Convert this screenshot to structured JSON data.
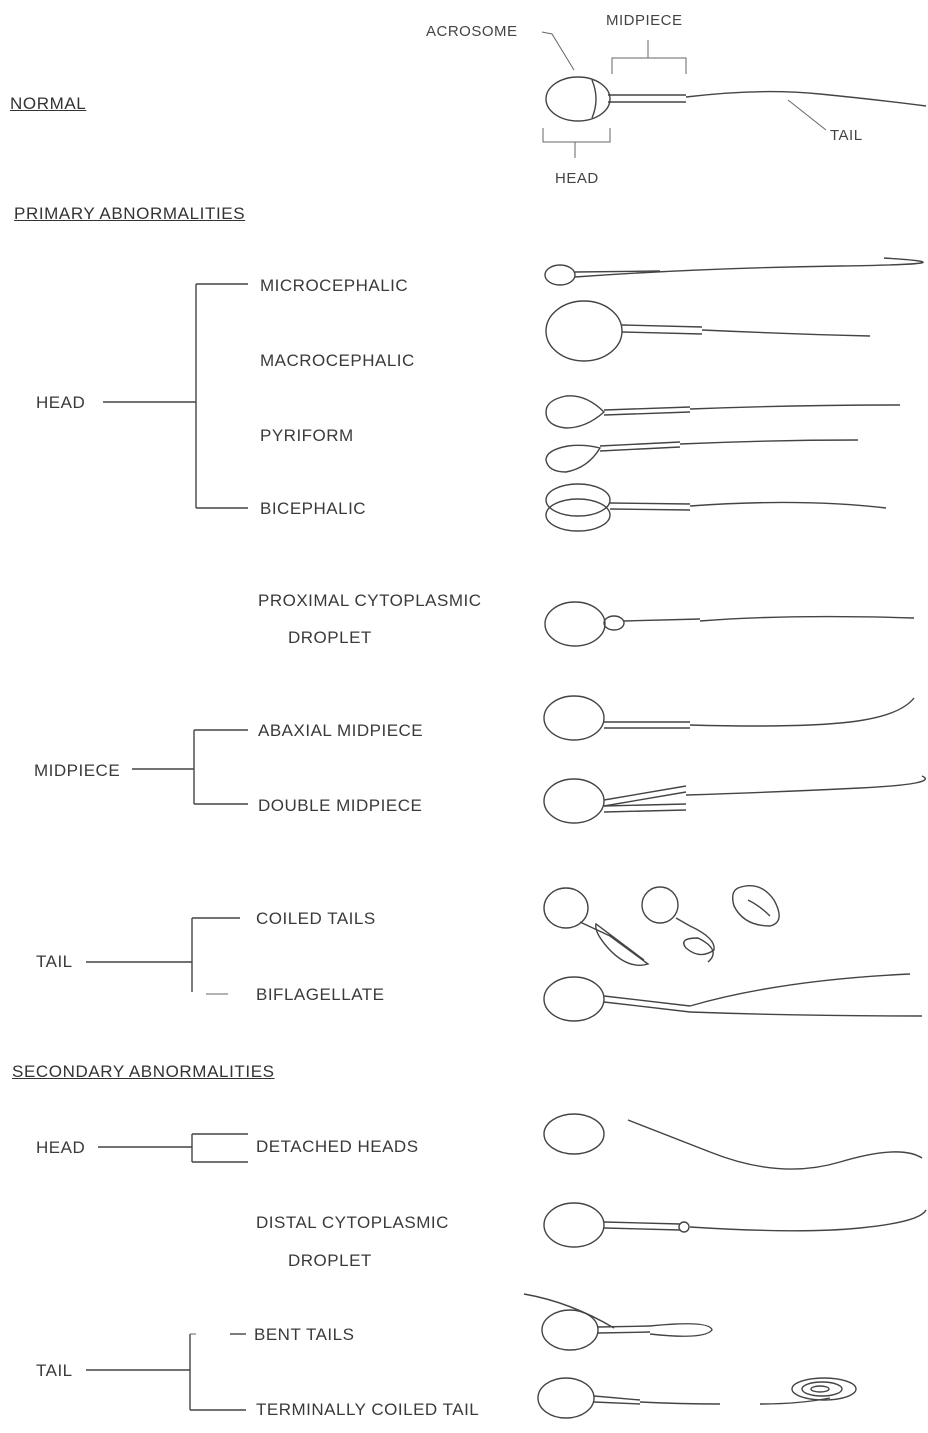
{
  "normal": {
    "title": "NORMAL",
    "acrosome": "ACROSOME",
    "midpiece": "MIDPIECE",
    "tail": "TAIL",
    "head": "HEAD"
  },
  "primary": {
    "title": "PRIMARY ABNORMALITIES",
    "head_group": "HEAD",
    "microcephalic": "MICROCEPHALIC",
    "macrocephalic": "MACROCEPHALIC",
    "pyriform": "PYRIFORM",
    "bicephalic": "BICEPHALIC",
    "proximal_line1": "PROXIMAL CYTOPLASMIC",
    "proximal_line2": "DROPLET",
    "midpiece_group": "MIDPIECE",
    "abaxial": "ABAXIAL MIDPIECE",
    "double": "DOUBLE MIDPIECE",
    "tail_group": "TAIL",
    "coiled": "COILED TAILS",
    "biflagellate": "BIFLAGELLATE"
  },
  "secondary": {
    "title": "SECONDARY ABNORMALITIES",
    "head_group": "HEAD",
    "detached": "DETACHED HEADS",
    "distal_line1": "DISTAL CYTOPLASMIC",
    "distal_line2": "DROPLET",
    "tail_group": "TAIL",
    "bent": "BENT TAILS",
    "terminal": "TERMINALLY COILED TAIL"
  }
}
